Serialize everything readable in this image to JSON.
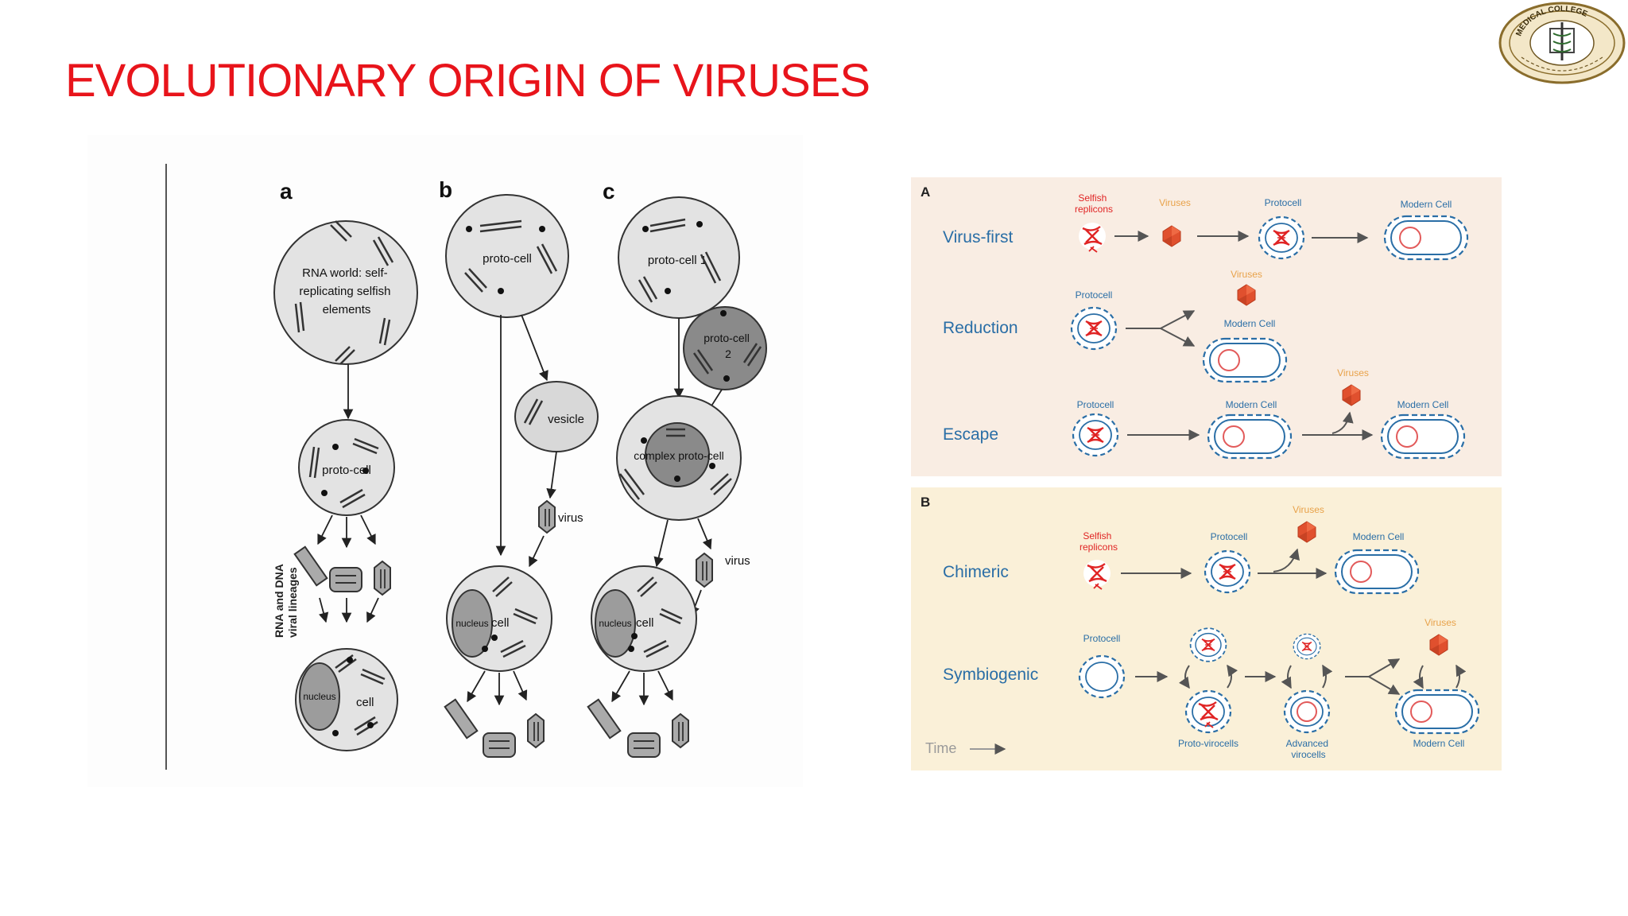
{
  "slide": {
    "title": "EVOLUTIONARY ORIGIN OF VIRUSES"
  },
  "logo": {
    "text_top": "MEDICAL COLLEGE",
    "text_bottom": ""
  },
  "left_figure": {
    "panel_a": {
      "letter": "a",
      "rna_world": "RNA world: self-replicating selfish elements",
      "rna_world_lines": [
        "RNA world: self-",
        "replicating selfish",
        "elements"
      ],
      "proto_cell": "proto-cell",
      "side_label_lines": [
        "RNA and DNA",
        "viral lineages"
      ],
      "nucleus": "nucleus",
      "cell": "cell"
    },
    "panel_b": {
      "letter": "b",
      "proto_cell": "proto-cell",
      "vesicle": "vesicle",
      "virus": "virus",
      "nucleus": "nucleus",
      "cell": "cell"
    },
    "panel_c": {
      "letter": "c",
      "proto_cell_1": "proto-cell 1",
      "proto_cell_2_lines": [
        "proto-cell",
        "2"
      ],
      "complex": "complex proto-cell",
      "virus": "virus",
      "nucleus": "nucleus",
      "cell": "cell"
    }
  },
  "right_figure": {
    "panel_A": {
      "letter": "A",
      "rows": {
        "virus_first": {
          "name": "Virus-first",
          "selfish_lines": [
            "Selfish",
            "replicons"
          ],
          "viruses": "Viruses",
          "protocell": "Protocell",
          "modern_cell": "Modern Cell"
        },
        "reduction": {
          "name": "Reduction",
          "protocell": "Protocell",
          "viruses": "Viruses",
          "modern_cell": "Modern Cell"
        },
        "escape": {
          "name": "Escape",
          "protocell": "Protocell",
          "modern_cell_1": "Modern Cell",
          "viruses": "Viruses",
          "modern_cell_2": "Modern Cell"
        }
      }
    },
    "panel_B": {
      "letter": "B",
      "rows": {
        "chimeric": {
          "name": "Chimeric",
          "selfish_lines": [
            "Selfish",
            "replicons"
          ],
          "protocell": "Protocell",
          "viruses": "Viruses",
          "modern_cell": "Modern Cell"
        },
        "symbiogenic": {
          "name": "Symbiogenic",
          "protocell": "Protocell",
          "proto_virocells": "Proto-virocells",
          "advanced_lines": [
            "Advanced",
            "virocells"
          ],
          "viruses": "Viruses",
          "modern_cell": "Modern Cell"
        }
      },
      "time": "Time"
    }
  },
  "colors": {
    "title": "#e8141b",
    "panel_A_bg": "#f9ede3",
    "panel_B_bg": "#faf0d8",
    "row_label": "#2a6ea6",
    "small_label": "#3b74b0",
    "virus_label": "#e8a24a",
    "virus_fill": "#e0502e",
    "dna_red": "#e02424",
    "cell_gray": "#dadada",
    "dark_cell": "#8a8a8a"
  }
}
